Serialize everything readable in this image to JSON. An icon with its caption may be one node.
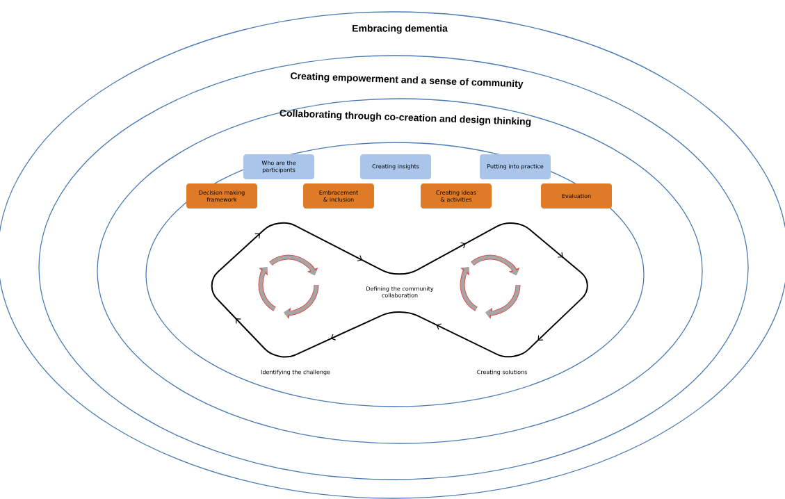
{
  "diagram": {
    "nodes": [
      {
        "text": [
          "Embracing dementia"
        ]
      },
      {
        "text": [
          "Creating empowerment and a sense of community"
        ],
        "in": 0
      },
      {
        "text": [
          "Collaborating through co-creation and design thinking"
        ],
        "in": 1
      },
      {
        "text": [],
        "shape": "ellipse",
        "in": 2
      },
      {
        "text": [
          "Who are the participants"
        ],
        "in": 3
      },
      {
        "text": [
          "Creating insights"
        ],
        "in": 3
      },
      {
        "text": [
          "Putting into practice"
        ],
        "in": 3
      },
      {
        "text": [
          "Decision making framework"
        ],
        "in": 3
      },
      {
        "text": [
          "Embracement & inclusion"
        ],
        "in": 3
      },
      {
        "text": [
          "Creating ideas & activities"
        ],
        "in": 3
      },
      {
        "text": [
          "Evaluation"
        ],
        "in": 3
      }
    ],
    "labels": [
      "Defining the community collaboration",
      "Identifying the challenge",
      "Creating solutions"
    ]
  }
}
